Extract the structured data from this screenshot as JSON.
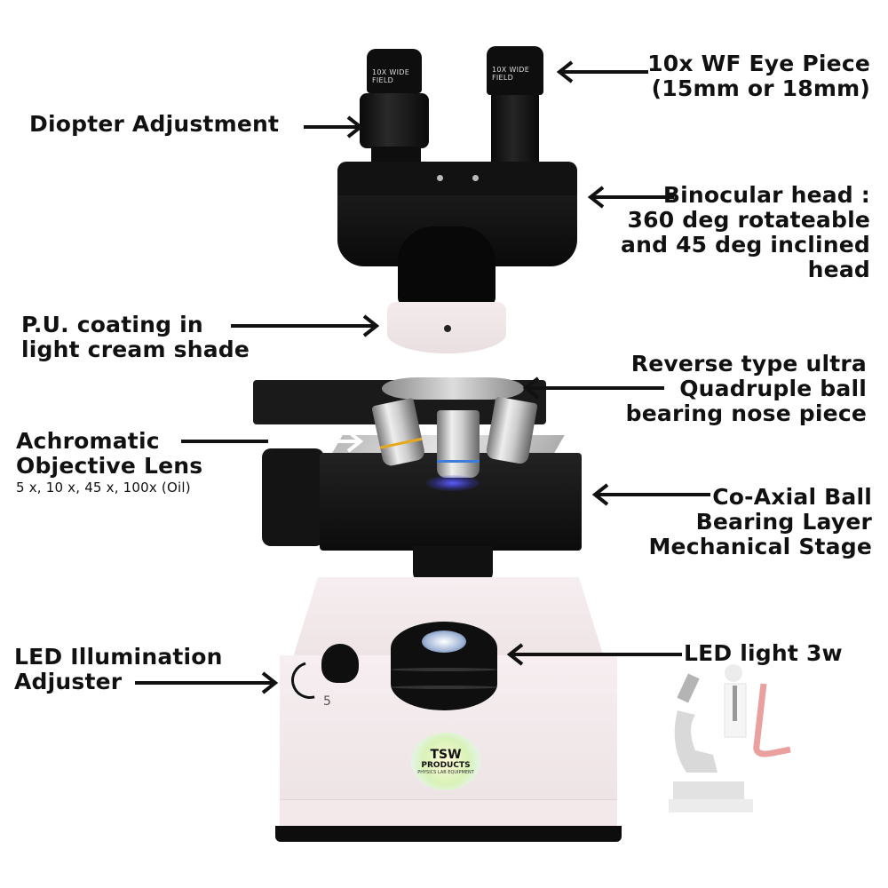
{
  "diagram": {
    "subject": "Binocular compound microscope",
    "labels": {
      "eyepiece": {
        "lines": [
          "10x WF Eye Piece",
          "(15mm or 18mm)"
        ]
      },
      "diopter": {
        "lines": [
          "Diopter Adjustment"
        ]
      },
      "binocular_head": {
        "lines": [
          "Binocular head :",
          "360 deg rotateable",
          "and 45 deg inclined",
          "head"
        ]
      },
      "pu_coating": {
        "lines": [
          "P.U. coating in",
          "light cream shade"
        ]
      },
      "nose_piece": {
        "lines": [
          "Reverse type ultra",
          "Quadruple ball",
          "bearing nose piece"
        ]
      },
      "objective": {
        "lines": [
          "Achromatic",
          "Objective Lens"
        ],
        "sub": "5 x, 10 x, 45 x, 100x (Oil)"
      },
      "stage": {
        "lines": [
          "Co-Axial Ball",
          "Bearing Layer",
          "Mechanical Stage"
        ]
      },
      "led_adjuster": {
        "lines": [
          "LED Illumination",
          "Adjuster"
        ]
      },
      "led_light": {
        "lines": [
          "LED light 3w"
        ]
      }
    },
    "eyepiece_engraving": "10X WIDE FIELD",
    "logo": {
      "name": "TSW",
      "products": "PRODUCTS",
      "tagline": "PHYSICS LAB EQUIPMENT"
    },
    "dimmer_marking": "5"
  },
  "colors": {
    "body_black": "#111111",
    "base_cream": "#f3eaec",
    "text": "#111111",
    "watermark_red": "#d9534f"
  }
}
